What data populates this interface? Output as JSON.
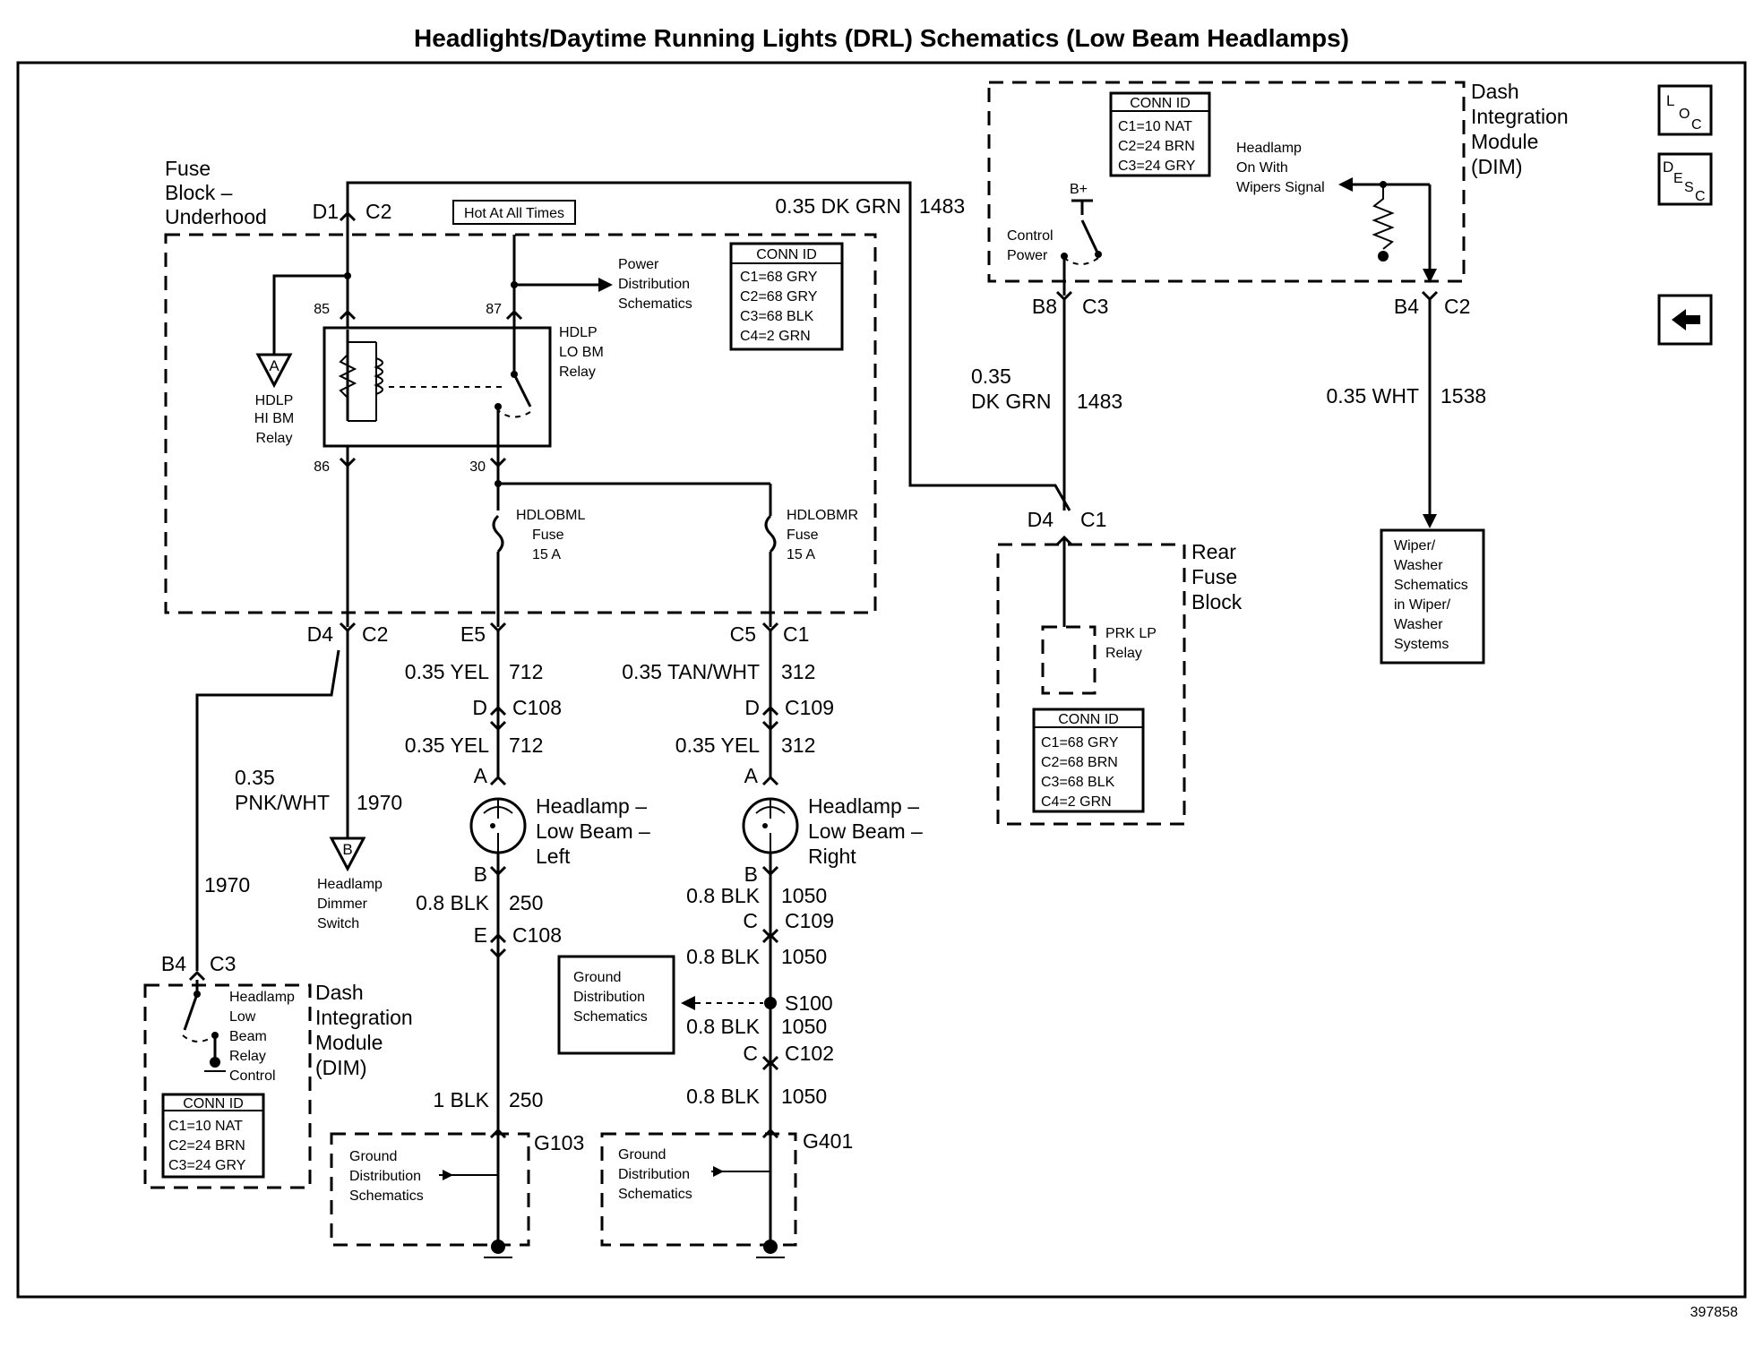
{
  "title": "Headlights/Daytime Running Lights (DRL) Schematics (Low Beam Headlamps)",
  "doc_number": "397858",
  "nav_icons": [
    {
      "name": "loc-icon",
      "main": "L",
      "sub1": "O",
      "sub2": "C"
    },
    {
      "name": "desc-icon",
      "main": "D",
      "sub1": "E",
      "sub2": "S",
      "sub3": "C"
    },
    {
      "name": "back-arrow-icon"
    }
  ],
  "fuse_block": {
    "name_lines": [
      "Fuse",
      "Block –",
      "Underhood"
    ],
    "hot_label": "Hot At All Times",
    "conn_id": {
      "title": "CONN ID",
      "rows": [
        "C1=68 GRY",
        "C2=68 GRY",
        "C3=68 BLK",
        "C4=2 GRN"
      ]
    },
    "top_conn": {
      "pin": "D1",
      "conn": "C2"
    },
    "hi_relay_ref": "A",
    "hi_relay_lines": [
      "HDLP",
      "HI BM",
      "Relay"
    ],
    "pins": {
      "p85": "85",
      "p87": "87",
      "p86": "86",
      "p30": "30"
    },
    "lo_relay_lines": [
      "HDLP",
      "LO BM",
      "Relay"
    ],
    "power_dist_lines": [
      "Power",
      "Distribution",
      "Schematics"
    ],
    "fuse_left_lines": [
      "HDLOBML",
      "Fuse",
      "15 A"
    ],
    "fuse_right_lines": [
      "HDLOBMR",
      "Fuse",
      "15 A"
    ],
    "bottom_conns": [
      {
        "pin": "D4",
        "conn": "C2"
      },
      {
        "pin": "E5",
        "conn": ""
      },
      {
        "pin": "C5",
        "conn": "C1"
      }
    ]
  },
  "wires": {
    "top_dkgrn": {
      "gauge": "0.35 DK GRN",
      "circuit": "1483"
    },
    "dim_dkgrn_gauge_lines": [
      "0.35",
      "DK GRN"
    ],
    "dim_dkgrn_circuit": "1483",
    "wht": {
      "gauge": "0.35 WHT",
      "circuit": "1538"
    },
    "yel_712_a": {
      "gauge": "0.35 YEL",
      "circuit": "712"
    },
    "tanwht_312": {
      "gauge": "0.35 TAN/WHT",
      "circuit": "312"
    },
    "yel_712_b": {
      "gauge": "0.35 YEL",
      "circuit": "712"
    },
    "yel_312": {
      "gauge": "0.35 YEL",
      "circuit": "312"
    },
    "pnkwht_gauge_lines": [
      "0.35",
      "PNK/WHT"
    ],
    "pnkwht_circuit": "1970",
    "circuit_1970": "1970",
    "blk_250_a": {
      "gauge": "0.8 BLK",
      "circuit": "250"
    },
    "blk_250_b": {
      "gauge": "1 BLK",
      "circuit": "250"
    },
    "blk_1050_a": {
      "gauge": "0.8 BLK",
      "circuit": "1050"
    },
    "blk_1050_b": {
      "gauge": "0.8 BLK",
      "circuit": "1050"
    },
    "blk_1050_c": {
      "gauge": "0.8 BLK",
      "circuit": "1050"
    },
    "blk_1050_d": {
      "gauge": "0.8 BLK",
      "circuit": "1050"
    }
  },
  "dim_top": {
    "name_lines": [
      "Dash",
      "Integration",
      "Module",
      "(DIM)"
    ],
    "conn_id": {
      "title": "CONN ID",
      "rows": [
        "C1=10 NAT",
        "C2=24 BRN",
        "C3=24 GRY"
      ]
    },
    "bplus": "B+",
    "control_lines": [
      "Control",
      "Power"
    ],
    "signal_lines": [
      "Headlamp",
      "On With",
      "Wipers Signal"
    ],
    "conn_left": {
      "pin": "B8",
      "conn": "C3"
    },
    "conn_right": {
      "pin": "B4",
      "conn": "C2"
    }
  },
  "rear_fuse": {
    "name_lines": [
      "Rear",
      "Fuse",
      "Block"
    ],
    "top_conn": {
      "pin": "D4",
      "conn": "C1"
    },
    "relay_lines": [
      "PRK LP",
      "Relay"
    ],
    "conn_id": {
      "title": "CONN ID",
      "rows": [
        "C1=68 GRY",
        "C2=68 BRN",
        "C3=68 BLK",
        "C4=2 GRN"
      ]
    }
  },
  "wiper_box_lines": [
    "Wiper/",
    "Washer",
    "Schematics",
    "in Wiper/",
    "Washer",
    "Systems"
  ],
  "connectors": {
    "c108_top": {
      "pin": "D",
      "conn": "C108"
    },
    "c109_top": {
      "pin": "D",
      "conn": "C109"
    },
    "lamp_left_a": "A",
    "lamp_right_a": "A",
    "lamp_left_b": "B",
    "lamp_right_b": "B",
    "c108_bottom": {
      "pin": "E",
      "conn": "C108"
    },
    "c109_bottom": {
      "pin": "C",
      "conn": "C109"
    },
    "c102": {
      "pin": "C",
      "conn": "C102"
    },
    "splice": "S100"
  },
  "lamp_left_lines": [
    "Headlamp –",
    "Low Beam –",
    "Left"
  ],
  "lamp_right_lines": [
    "Headlamp –",
    "Low Beam –",
    "Right"
  ],
  "dimmer_ref": "B",
  "dimmer_lines": [
    "Headlamp",
    "Dimmer",
    "Switch"
  ],
  "dim_bottom": {
    "conn": {
      "pin": "B4",
      "conn": "C3"
    },
    "name_lines": [
      "Dash",
      "Integration",
      "Module",
      "(DIM)"
    ],
    "control_lines": [
      "Headlamp",
      "Low",
      "Beam",
      "Relay",
      "Control"
    ],
    "conn_id": {
      "title": "CONN ID",
      "rows": [
        "C1=10 NAT",
        "C2=24 BRN",
        "C3=24 GRY"
      ]
    }
  },
  "ground_box_lines": [
    "Ground",
    "Distribution",
    "Schematics"
  ],
  "ground_box2_lines": [
    "Ground",
    "Distribution",
    "Schematics"
  ],
  "ground_box3_lines": [
    "Ground",
    "Distribution",
    "Schematics"
  ],
  "grounds": {
    "g103": "G103",
    "g401": "G401"
  }
}
